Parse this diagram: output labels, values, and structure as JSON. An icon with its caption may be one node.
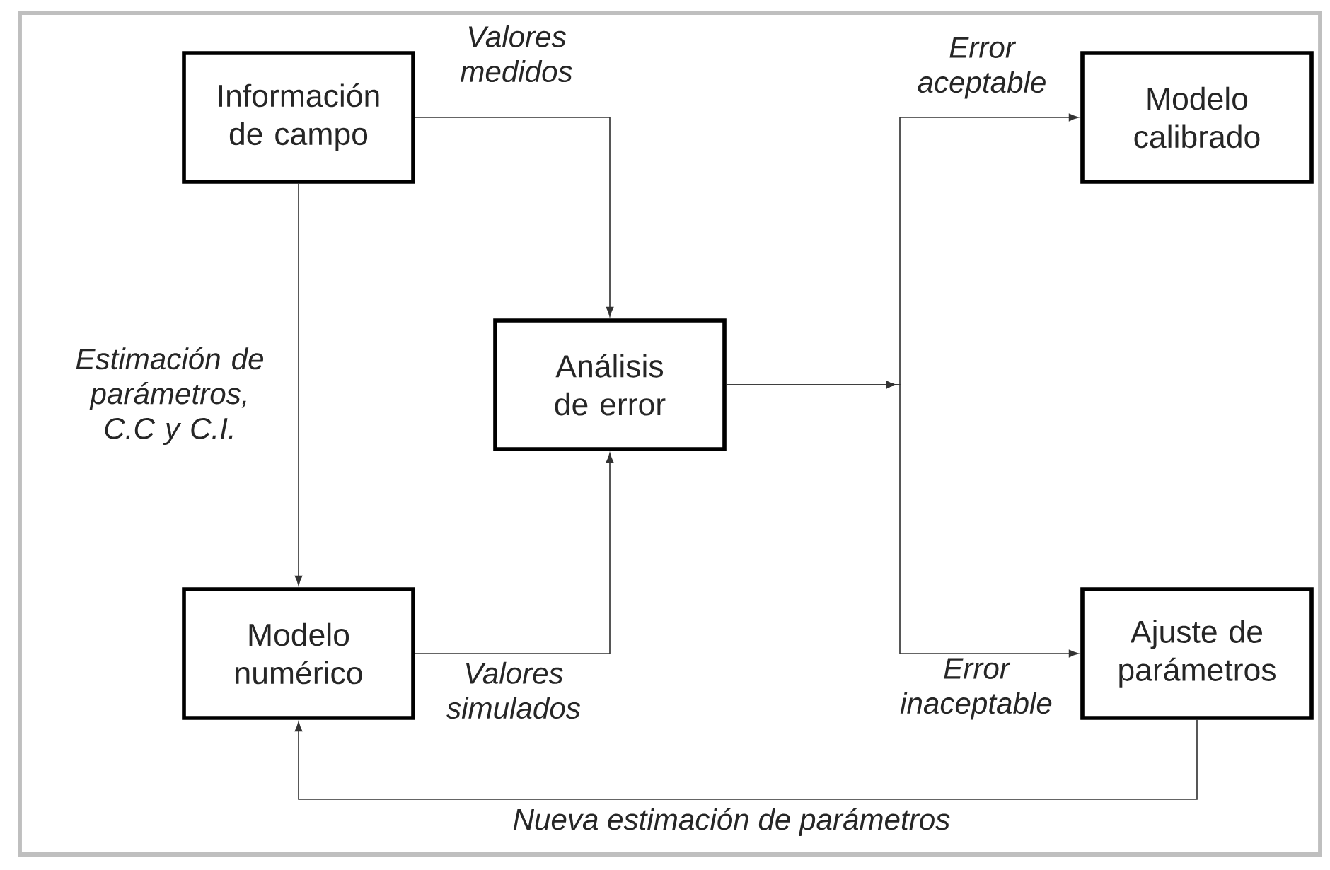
{
  "diagram": {
    "nodes": [
      {
        "text": [
          "Información de campo"
        ]
      },
      {
        "text": [
          "Análisis de error"
        ]
      },
      {
        "text": [
          "Modelo calibrado"
        ]
      },
      {
        "text": [
          "Modelo numérico"
        ]
      },
      {
        "text": [
          "Ajuste de parámetros"
        ]
      }
    ],
    "edges": [
      {
        "from": 0,
        "to": 1,
        "arrow": "to",
        "label": "Valores medidos"
      },
      {
        "from": 0,
        "to": 3,
        "arrow": "to",
        "label": "Estimación de parámetros, C.C y C.I."
      },
      {
        "from": 3,
        "to": 1,
        "arrow": "to",
        "label": "Valores simulados"
      },
      {
        "from": 1,
        "to": 2,
        "arrow": "to",
        "label": "Error aceptable"
      },
      {
        "from": 1,
        "to": 4,
        "arrow": "to",
        "label": "Error inaceptable"
      },
      {
        "from": 4,
        "to": 3,
        "arrow": "to",
        "label": "Nueva estimación de parámetros"
      }
    ]
  }
}
